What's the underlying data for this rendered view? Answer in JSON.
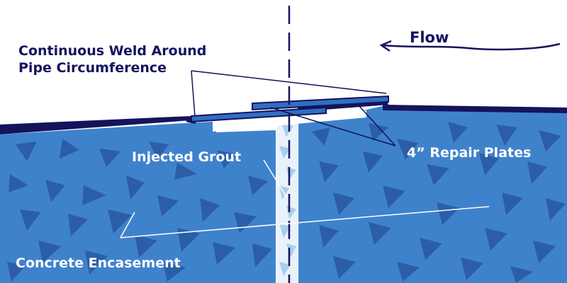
{
  "labels": {
    "flow": "Flow",
    "weed_line1": "Continuous Weld Around",
    "weld_line2": "Pipe Circumference",
    "repair_plates": "4” Repair Plates",
    "injected_grout": "Injected Grout",
    "concrete": "Concrete Encasement"
  },
  "colors": {
    "navy": "#15135c",
    "concrete_blue": "#3f82cc",
    "triangle_blue": "#2c5ea8",
    "plate_blue": "#2f6fc2",
    "grout_light": "#e8f2fb",
    "grout_tri": "#a9cfee",
    "text_white": "#ffffff"
  }
}
